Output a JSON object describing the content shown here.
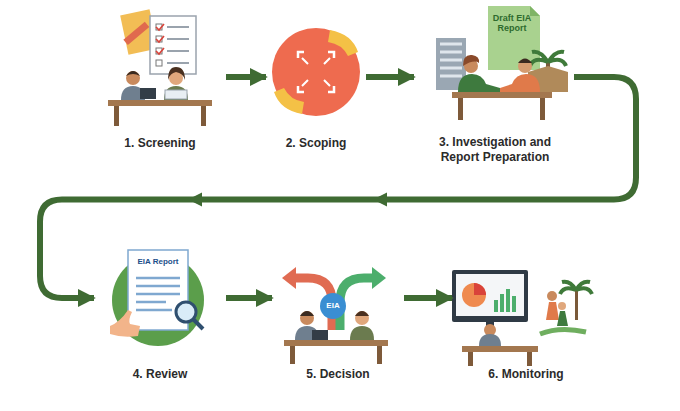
{
  "diagram": {
    "nodes": [
      {
        "text": [
          "1. Screening"
        ]
      },
      {
        "text": [
          "2. Scoping"
        ]
      },
      {
        "text": [
          "3. Investigation and Report Preparation"
        ]
      },
      {
        "text": [
          "4. Review"
        ]
      },
      {
        "text": [
          "5. Decision"
        ]
      },
      {
        "text": [
          "6. Monitoring"
        ]
      }
    ],
    "edges": [
      {
        "from": 0,
        "to": 1,
        "arrow": "to"
      },
      {
        "from": 1,
        "to": 2,
        "arrow": "to"
      },
      {
        "from": 2,
        "to": 3,
        "arrow": "to"
      },
      {
        "from": 3,
        "to": 4,
        "arrow": "to"
      },
      {
        "from": 4,
        "to": 5,
        "arrow": "to"
      }
    ],
    "labels": [
      "Draft EIA Report",
      "EIA Report",
      "EIA"
    ]
  }
}
